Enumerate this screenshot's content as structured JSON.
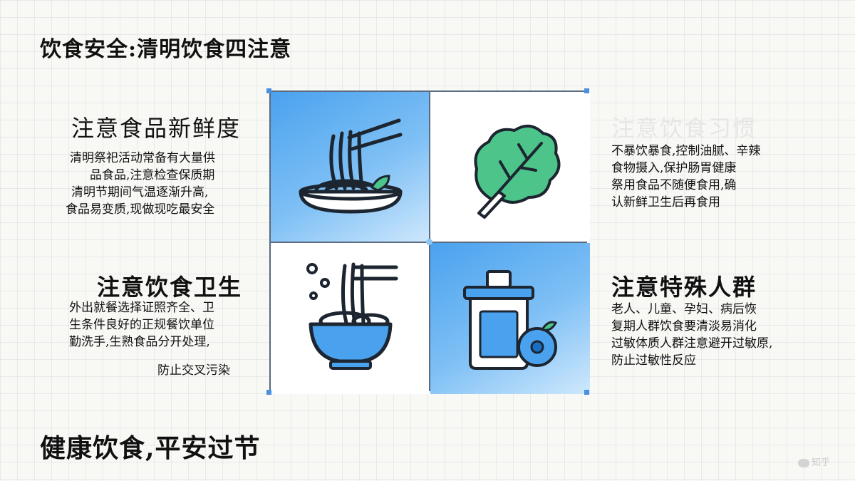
{
  "title": "饮食安全:清明饮食四注意",
  "footer": "健康饮食,平安过节",
  "sections": [
    {
      "heading": "注意食品新鲜度",
      "lines": [
        "清明祭祀活动常备有大量供",
        "品食品,注意检查保质期",
        "清明节期间气温逐渐升高,",
        "食品易变质,现做现吃最安全"
      ]
    },
    {
      "heading": "注意饮食习惯",
      "lines": [
        "不暴饮暴食,控制油腻、辛辣",
        "食物摄入,保护肠胃健康",
        "祭用食品不随便食用,确",
        "认新鲜卫生后再食用"
      ]
    },
    {
      "heading": "注意饮食卫生",
      "lines": [
        "外出就餐选择证照齐全、卫",
        "生条件良好的正规餐饮单位",
        "勤洗手,生熟食品分开处理,",
        "防止交叉污染"
      ]
    },
    {
      "heading": "注意特殊人群",
      "lines": [
        "老人、儿童、孕妇、病后恢",
        "复期人群饮食要清淡易消化",
        "过敏体质人群注意避开过敏原,",
        "防止过敏性反应"
      ]
    }
  ],
  "icons": [
    "noodle-plate-icon",
    "leafy-greens-icon",
    "noodle-bowl-icon",
    "jar-with-fruit-icon"
  ],
  "watermark": "知乎",
  "colors": {
    "accent_blue": "#4aa2ee",
    "green": "#4cc48a",
    "grid_border": "#5a6a80",
    "heading_faded": "#e6e6e6"
  }
}
